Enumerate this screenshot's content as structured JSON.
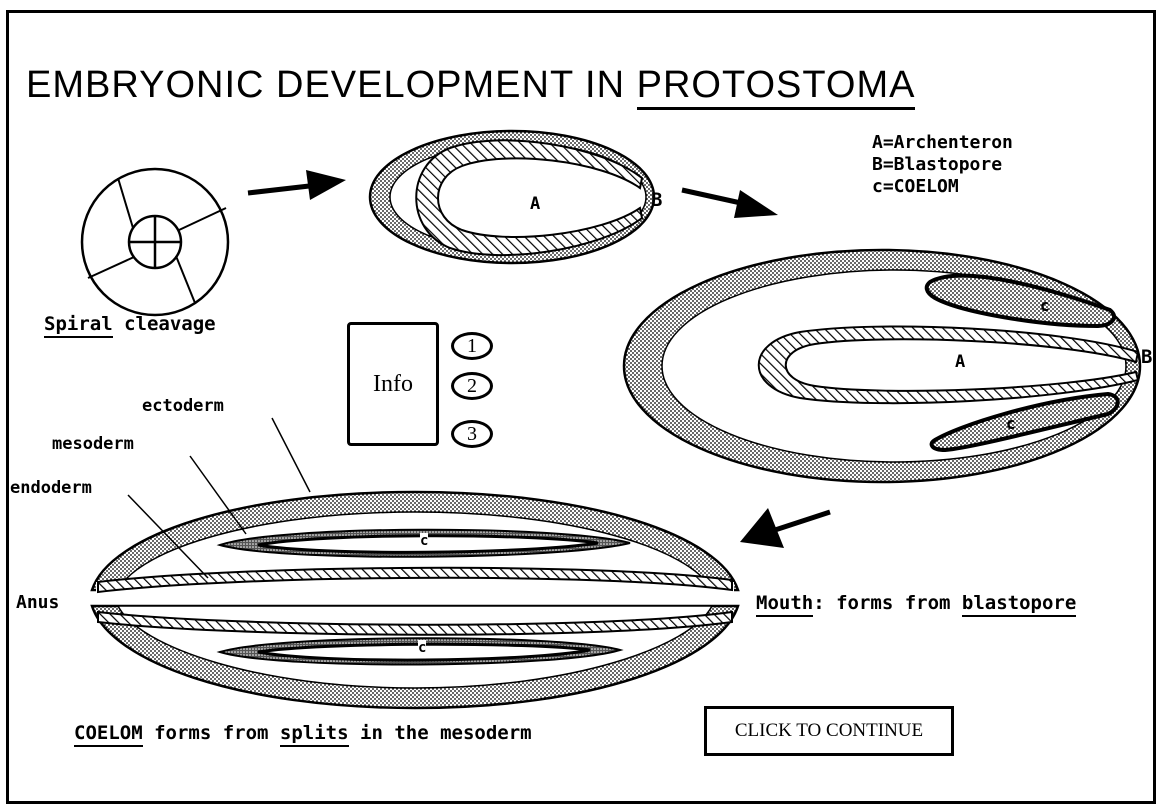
{
  "title": {
    "part1": "EMBRYONIC DEVELOPMENT IN ",
    "part2": "PROTOSTOMA"
  },
  "legend": {
    "a": "A=Archenteron",
    "b": "B=Blastopore",
    "c": "c=COELOM"
  },
  "cleavage": {
    "word": "Spiral",
    "rest": " cleavage"
  },
  "gastrula_small": {
    "label_a": "A",
    "label_b": "B"
  },
  "gastrula_large": {
    "label_a": "A",
    "label_b": "B",
    "coelom_top": "c",
    "coelom_bottom": "c"
  },
  "info": {
    "label": "Info",
    "buttons": [
      "1",
      "2",
      "3"
    ]
  },
  "layers": {
    "ectoderm": "ectoderm",
    "mesoderm": "mesoderm",
    "endoderm": "endoderm"
  },
  "final_embryo": {
    "anus": "Anus",
    "mouth_word": "Mouth",
    "mouth_rest": ": forms from ",
    "mouth_blastopore": "blastopore",
    "coelom_top": "c",
    "coelom_bottom": "c"
  },
  "caption": {
    "coelom": "COELOM",
    "mid1": " forms from ",
    "splits": "splits",
    "mid2": " in the mesoderm"
  },
  "continue_label": "CLICK TO CONTINUE",
  "colors": {
    "ink": "#000000",
    "paper": "#ffffff",
    "stipple": "#b8b8b8"
  }
}
